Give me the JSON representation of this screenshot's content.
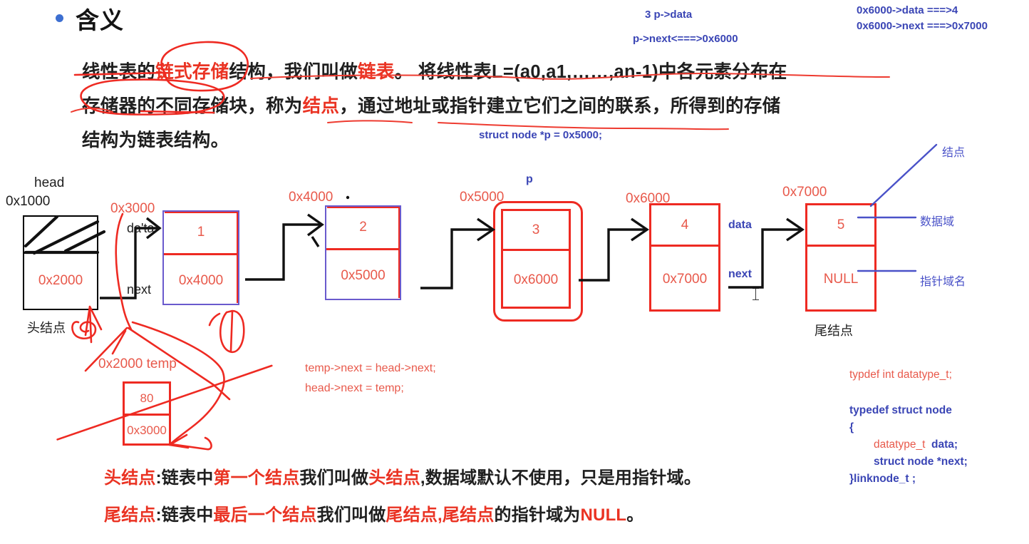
{
  "heading": {
    "bullet": "bullet-dot",
    "title": "含义"
  },
  "paragraph": {
    "line1_a": "线性表的",
    "line1_b": "链式存储",
    "line1_c": "结构，我们叫做",
    "line1_d": "链表",
    "line1_e": "。 将线性表L=(a0,a1,……,an-1)中各元素分布在",
    "line2_a": "存储器的不同存储块，称为",
    "line2_b": "结点",
    "line2_c": "，通过地址或指针建立它们之间的联系，所得到的存储",
    "line3": "结构为链表结构。"
  },
  "annotations": {
    "p_data": "3   p->data",
    "p_next": "p->next<===>0x6000",
    "addr6000_data": "0x6000->data  ===>4",
    "addr6000_next": "0x6000->next ===>0x7000",
    "struct_p_decl": "struct node *p = 0x5000;",
    "pointer_p": "p",
    "field_data": "data",
    "field_next": "next"
  },
  "diagram": {
    "head_label": "head",
    "head_addr": "0x1000",
    "head_node_caption": "头结点",
    "tail_node_caption": "尾结点",
    "field_data_label": "da'ta",
    "field_next_label": "next",
    "nodes": [
      {
        "name": "head-node",
        "addr": "0x1000",
        "data": "",
        "next": "0x2000",
        "style": "hatched"
      },
      {
        "name": "node-1",
        "addr": "0x3000",
        "data": "1",
        "next": "0x4000",
        "style": "blue"
      },
      {
        "name": "node-2",
        "addr": "0x4000",
        "data": "2",
        "next": "0x5000",
        "style": "blue"
      },
      {
        "name": "node-3",
        "addr": "0x5000",
        "data": "3",
        "next": "0x6000",
        "style": "red-ringed"
      },
      {
        "name": "node-4",
        "addr": "0x6000",
        "data": "4",
        "next": "0x7000",
        "style": "red"
      },
      {
        "name": "node-5",
        "addr": "0x7000",
        "data": "5",
        "next": "NULL",
        "style": "red"
      }
    ],
    "temp_node": {
      "label": "0x2000  temp",
      "data": "80",
      "next": "0x3000"
    }
  },
  "side_labels": {
    "node": "结点",
    "data_field": "数据域",
    "pointer_field": "指针域名"
  },
  "code_insert": {
    "line1": "temp->next = head->next;",
    "line2": "head->next = temp;"
  },
  "typedef_block": {
    "l1": "typdef  int datatype_t;",
    "l2": "typedef struct node",
    "l3": "{",
    "l4_type": "datatype_t",
    "l4_name": "data;",
    "l5": "struct node *next;",
    "l6": "}linknode_t ;"
  },
  "summary": {
    "line1_a": "头结点",
    "line1_b": ":链表中",
    "line1_c": "第一个结点",
    "line1_d": "我们叫做",
    "line1_e": "头结点",
    "line1_f": ",数据域默认不使用，只是用指针域。",
    "line2_a": "尾结点",
    "line2_b": ":链表中",
    "line2_c": "最后一个结点",
    "line2_d": "我们叫做",
    "line2_e": "尾结点,尾结点",
    "line2_f": "的指针域为",
    "line2_g": "NULL",
    "line2_h": "。"
  },
  "colors": {
    "accent_red": "#ea3323",
    "node_red": "#ee2a22",
    "pen_blue": "#3a45b5",
    "node_blue": "#6a5acd",
    "text_black": "#1f1f1f"
  }
}
